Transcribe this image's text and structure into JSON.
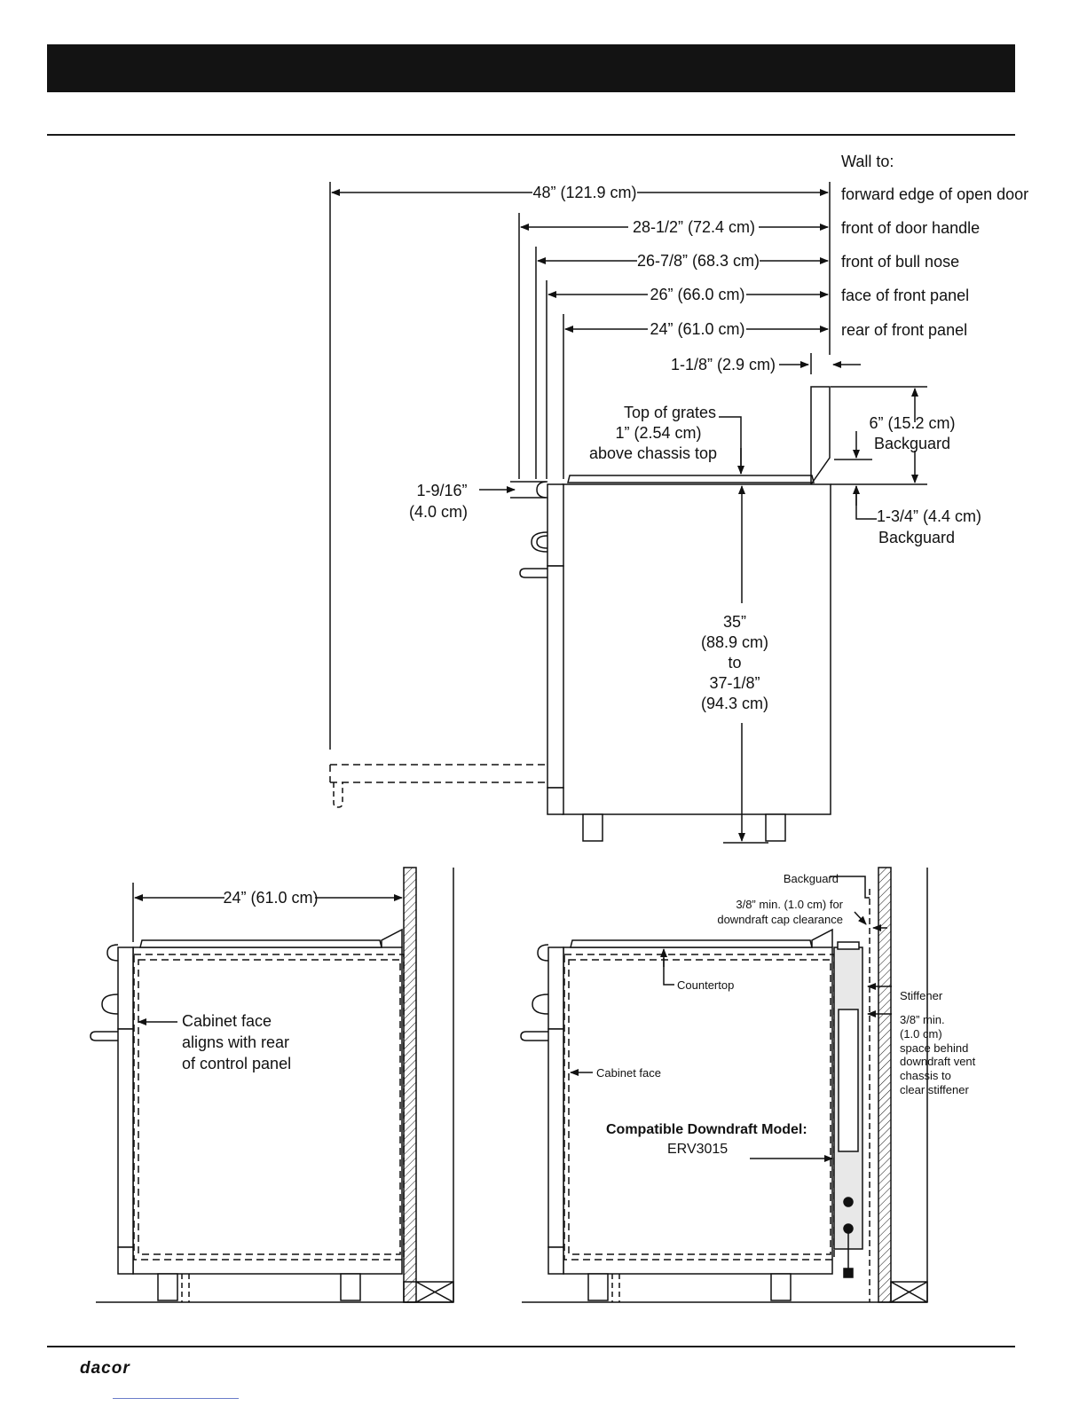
{
  "legend": {
    "heading": "Wall to:",
    "items": [
      "forward edge of open door",
      "front of door handle",
      "front of bull nose",
      "face of front panel",
      "rear of front panel"
    ]
  },
  "dims": {
    "d48": "48” (121.9 cm)",
    "d28": "28-1/2” (72.4 cm)",
    "d26_78": "26-7/8” (68.3 cm)",
    "d26": "26” (66.0 cm)",
    "d24": "24” (61.0 cm)",
    "d1_18": "1-1/8” (2.9 cm)",
    "d1_916_a": "1-9/16”",
    "d1_916_b": "(4.0 cm)",
    "grates": [
      "Top of grates",
      "1” (2.54 cm)",
      "above chassis top"
    ],
    "backguard6": [
      "6” (15.2 cm)",
      "Backguard"
    ],
    "backguard134": [
      "1-3/4” (4.4 cm)",
      "Backguard"
    ],
    "height": [
      "35”",
      "(88.9 cm)",
      "to",
      "37-1/8”",
      "(94.3 cm)"
    ]
  },
  "left_view": {
    "depth": "24” (61.0 cm)",
    "note": [
      "Cabinet face",
      "aligns with rear",
      "of control panel"
    ]
  },
  "right_view": {
    "backguard": "Backguard",
    "clearance": [
      "3/8” min. (1.0 cm) for",
      "downdraft cap clearance"
    ],
    "countertop": "Countertop",
    "stiffener": "Stiffener",
    "space": [
      "3/8” min.",
      "(1.0 cm)",
      "space behind",
      "downdraft vent",
      "chassis to",
      "clear stiffener"
    ],
    "cabinet_face": "Cabinet face",
    "model_title": "Compatible Downdraft Model:",
    "model": "ERV3015"
  },
  "footer": {
    "logo": "dacor"
  }
}
